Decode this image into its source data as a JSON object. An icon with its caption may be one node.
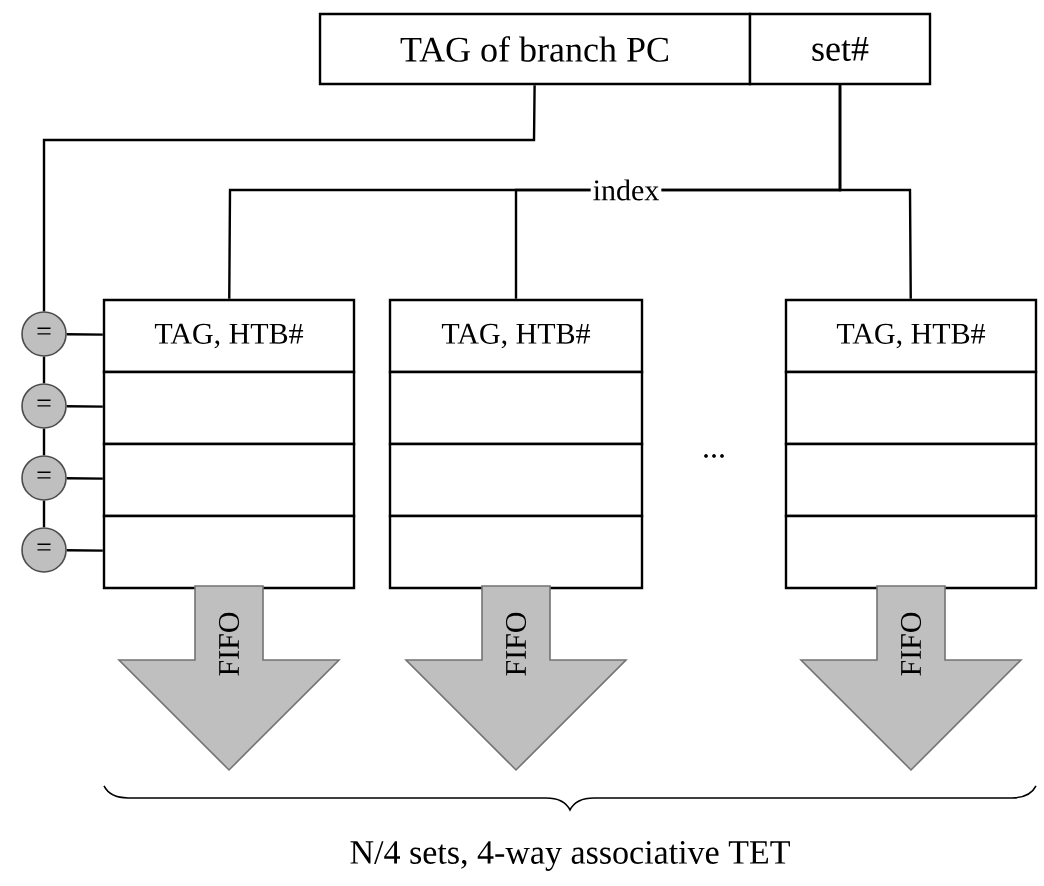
{
  "diagram": {
    "nodes": [
      {
        "text": [
          "TAG of branch PC"
        ]
      },
      {
        "text": [
          "set#"
        ]
      },
      {
        "text": [
          "="
        ]
      },
      {
        "text": [
          "="
        ]
      },
      {
        "text": [
          "="
        ]
      },
      {
        "text": [
          "="
        ]
      },
      {
        "text": [
          "TAG, HTB#"
        ]
      },
      {
        "text": [],
        "shape": "box"
      },
      {
        "text": [],
        "shape": "box"
      },
      {
        "text": [],
        "shape": "box"
      },
      {
        "text": [
          "TAG, HTB#"
        ]
      },
      {
        "text": [],
        "shape": "box"
      },
      {
        "text": [],
        "shape": "box"
      },
      {
        "text": [],
        "shape": "box"
      },
      {
        "text": [
          "TAG, HTB#"
        ]
      },
      {
        "text": [],
        "shape": "box"
      },
      {
        "text": [],
        "shape": "box"
      },
      {
        "text": [],
        "shape": "box"
      },
      {
        "text": [
          "FIFO"
        ]
      },
      {
        "text": [
          "FIFO"
        ]
      },
      {
        "text": [
          "FIFO"
        ]
      }
    ],
    "edges": [
      {
        "from": 0,
        "to": 2,
        "arrow": "none"
      },
      {
        "from": 2,
        "to": 3,
        "arrow": "none"
      },
      {
        "from": 3,
        "to": 4,
        "arrow": "none"
      },
      {
        "from": 4,
        "to": 5,
        "arrow": "none"
      },
      {
        "from": 2,
        "to": 6,
        "arrow": "none"
      },
      {
        "from": 3,
        "to": 7,
        "arrow": "none"
      },
      {
        "from": 4,
        "to": 8,
        "arrow": "none"
      },
      {
        "from": 5,
        "to": 9,
        "arrow": "none"
      },
      {
        "from": 1,
        "to": 6,
        "arrow": "none"
      },
      {
        "from": 1,
        "to": 10,
        "arrow": "none"
      },
      {
        "from": 1,
        "to": 14,
        "arrow": "none"
      }
    ],
    "labels": [
      "index",
      "...",
      "N/4 sets, 4-way associative TET"
    ]
  }
}
